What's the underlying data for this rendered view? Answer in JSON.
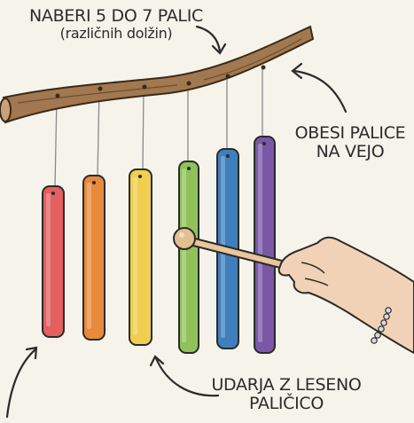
{
  "labels": {
    "gather_line1": "NABERI 5 DO 7 PALIC",
    "gather_line2": "(različnih dolžin)",
    "hang_line1": "OBESI PALICE",
    "hang_line2": "NA VEJO",
    "strike_line1": "UDARJA Z LESENO",
    "strike_line2": "PALIČICO"
  },
  "icons": [
    "branch-icon",
    "chime-tube-icon",
    "mallet-icon",
    "hand-icon",
    "bracelet-icon",
    "arrow-icon"
  ],
  "colors": {
    "branch": "#a1784f",
    "tube_red": "#e35f60",
    "tube_orange": "#e88a3b",
    "tube_yellow": "#efcf4f",
    "tube_green": "#8fc25a",
    "tube_blue": "#3f7fbd",
    "tube_purple": "#7a58a6",
    "skin": "#f2d2b6",
    "ink": "#2b2b2b"
  }
}
